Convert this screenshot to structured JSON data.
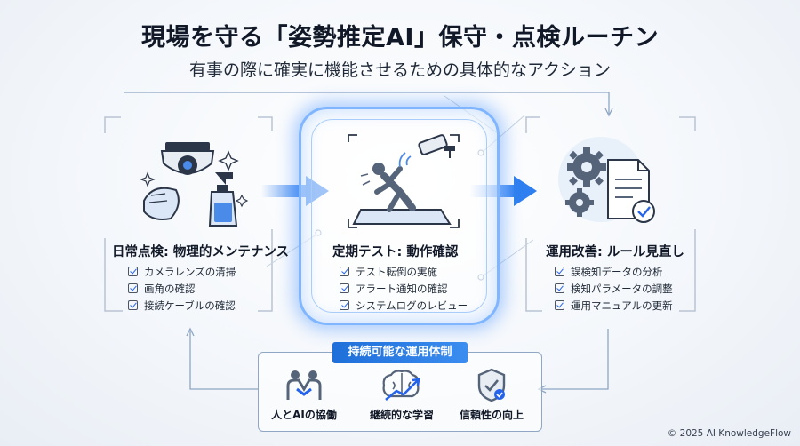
{
  "header": {
    "title": "現場を守る「姿勢推定AI」保守・点検ルーチン",
    "subtitle": "有事の際に確実に機能させるための具体的なアクション"
  },
  "cards": [
    {
      "title": "日常点検: 物理的メンテナンス",
      "items": [
        "カメラレンズの清掃",
        "画角の確認",
        "接続ケーブルの確認"
      ]
    },
    {
      "title": "定期テスト: 動作確認",
      "items": [
        "テスト転倒の実施",
        "アラート通知の確認",
        "システムログのレビュー"
      ]
    },
    {
      "title": "運用改善: ルール見直し",
      "items": [
        "誤検知データの分析",
        "検知パラメータの調整",
        "運用マニュアルの更新"
      ]
    }
  ],
  "sustain": {
    "badge": "持続可能な運用体制",
    "items": [
      "人とAIの協働",
      "継続的な学習",
      "信頼性の向上"
    ]
  },
  "footer": "© 2025 AI KnowledgeFlow",
  "colors": {
    "accent": "#2563eb",
    "glow": "#7fb6ff",
    "line": "#b9c4d3"
  }
}
